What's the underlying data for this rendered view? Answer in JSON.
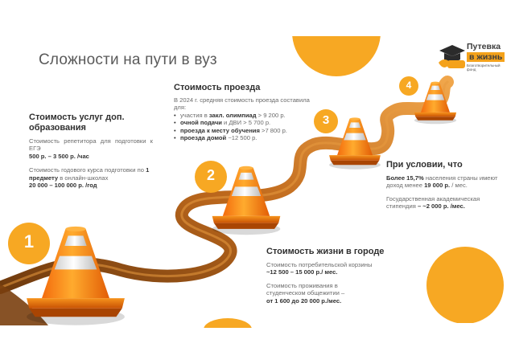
{
  "title": "Сложности на пути в вуз",
  "logo": {
    "line1": "Путевка",
    "line2": "в жизнь",
    "line3": "Благотворительный фонд"
  },
  "steps": [
    "1",
    "2",
    "3",
    "4"
  ],
  "block1": {
    "heading": "Стоимость услуг доп. образования",
    "tutor_label": "Стоимость репетитора для подготовки к ЕГЭ",
    "tutor_price": "500 р. – 3 500 р. /час",
    "course_prefix": "Стоимость годового курса подготовки по ",
    "course_bold": "1 предмету",
    "course_suffix": " в онлайн-школах",
    "course_price": "20 000 – 100 000 р. /год"
  },
  "block2": {
    "heading": "Стоимость проезда",
    "intro": "В 2024 г. средняя стоимость проезда составила для:",
    "items": [
      {
        "pre": "участия в ",
        "bold": "закл. олимпиад",
        "post": " > 9 200 р."
      },
      {
        "pre": "",
        "bold": "очной подачи",
        "post": " и ДВИ > 5 700 р."
      },
      {
        "pre": "",
        "bold": "проезда к месту обучения",
        "post": " >7 800 р."
      },
      {
        "pre": "",
        "bold": "проезда домой",
        "post": " ~12 500 р."
      }
    ]
  },
  "block3": {
    "heading": "При условии, что",
    "p1_bold1": "Более 15,7%",
    "p1_text": " населения страны имеют доход менее ",
    "p1_bold2": "19 000 р.",
    "p1_tail": " / мес.",
    "p2_text": "Государственная академическая стипендия",
    "p2_bold": " – ~2 000 р. /мес."
  },
  "block4": {
    "heading": "Стоимость жизни в городе",
    "p1_text": "Стоимость потребительской корзины",
    "p1_bold": "~12 500 – 15 000 р./ мес.",
    "p2_text": "Стоимость проживания в студенческом общежитии –",
    "p2_bold": "от 1 600 до 20 000 р./мес."
  },
  "colors": {
    "orange": "#f7a823",
    "road": "#c56e1c",
    "cone": "#f58a12",
    "text": "#2f2f2f"
  }
}
